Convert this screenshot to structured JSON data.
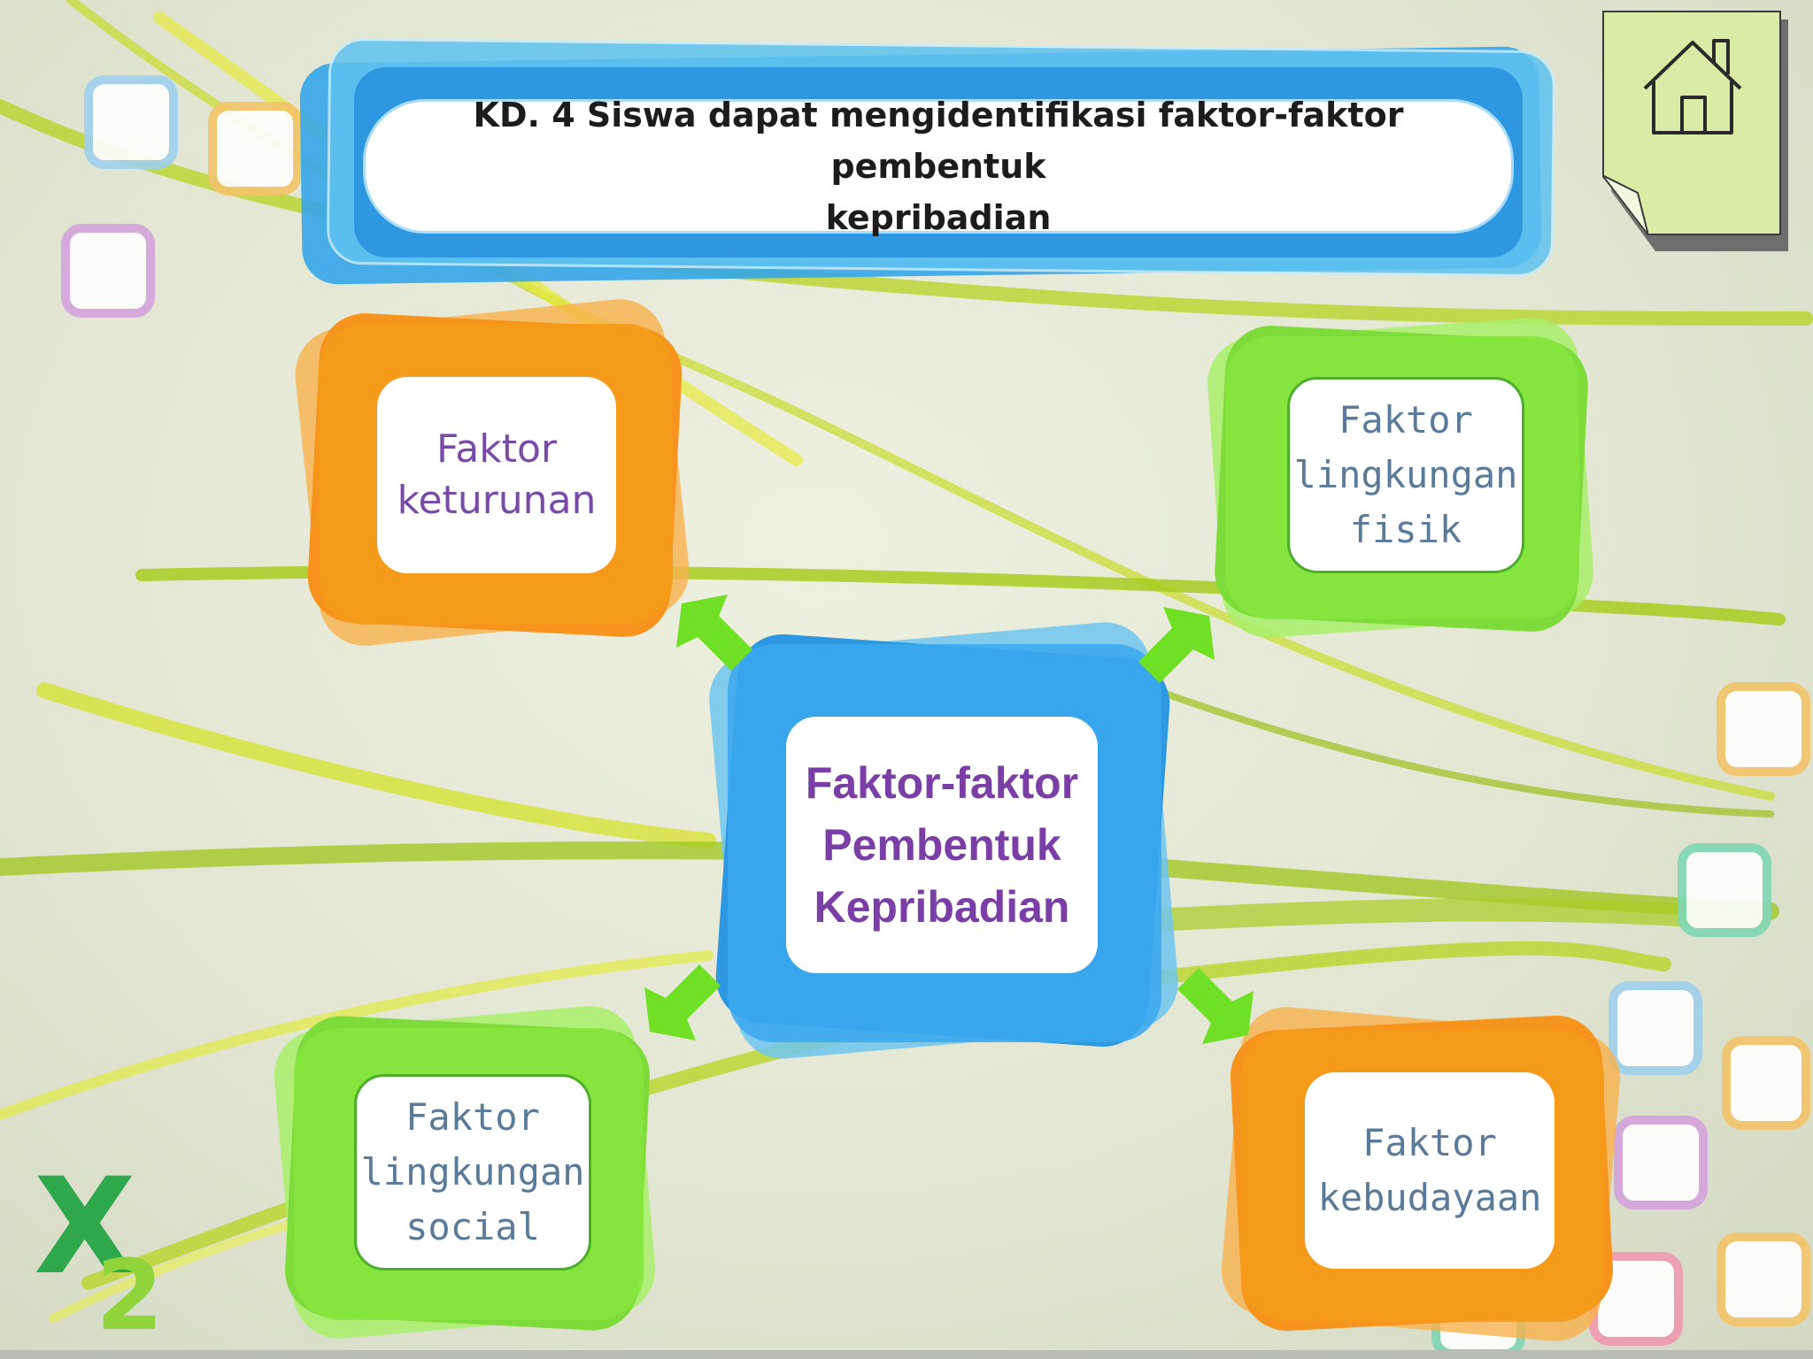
{
  "title": "KD. 4 Siswa dapat mengidentifikasi faktor-faktor pembentuk\nkepribadian",
  "center_node": "Faktor-faktor\nPembentuk\nKepribadian",
  "nodes": {
    "keturunan": "Faktor\nketurunan",
    "lingkungan_fisik": "Faktor\nlingkungan\nfisik",
    "lingkungan_social": "Faktor\nlingkungan\nsocial",
    "kebudayaan": "Faktor\nkebudayaan"
  },
  "logo_text": "X2",
  "icons": {
    "home": "home-icon",
    "connector": "arrow-icon"
  },
  "colors": {
    "orange": "#f7941d",
    "green": "#7ddc3a",
    "blue": "#2d97e2",
    "purple_text": "#7a3ea6",
    "paper": "#d9eca6"
  }
}
